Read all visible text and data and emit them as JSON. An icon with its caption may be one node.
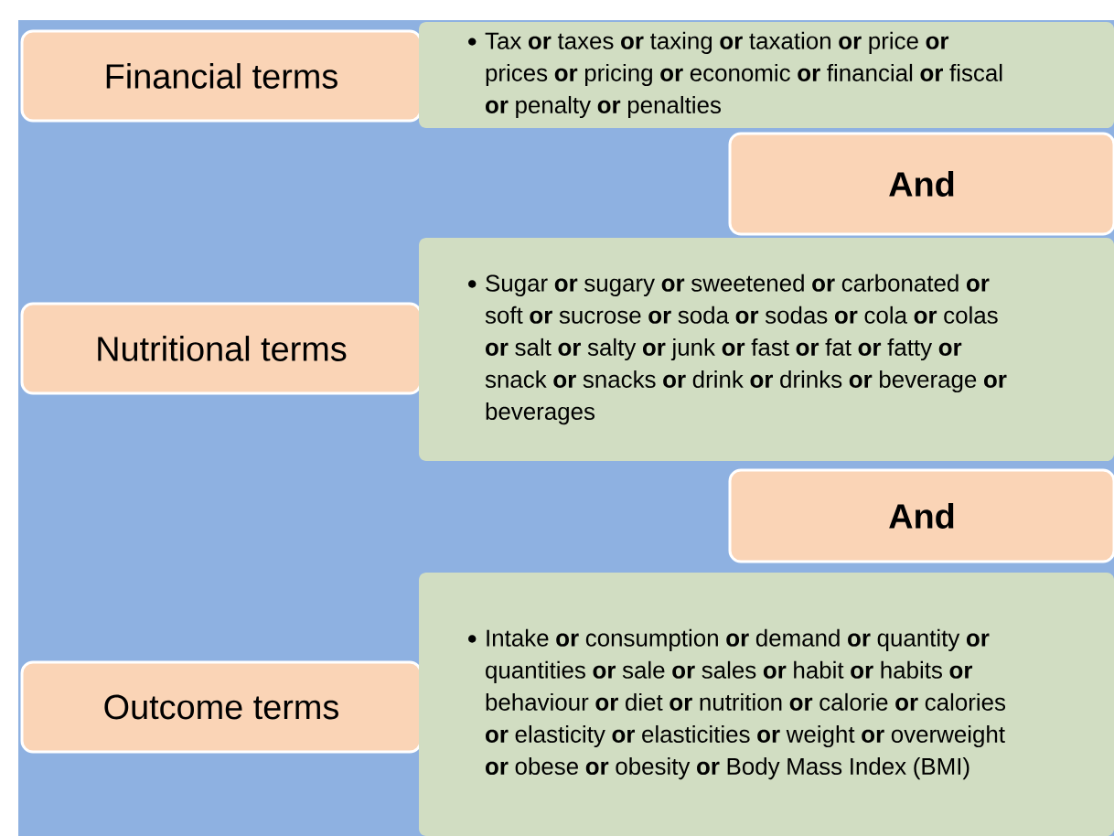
{
  "diagram": {
    "nodes": [
      {
        "text": [
          "Financial terms"
        ]
      },
      {
        "text": [
          "Tax **or** taxes **or** taxing **or** taxation **or** price **or** prices **or** pricing **or** economic **or** financial **or** fiscal **or** penalty **or** penalties"
        ]
      },
      {
        "text": [
          "And"
        ]
      },
      {
        "text": [
          "Nutritional terms"
        ]
      },
      {
        "text": [
          "Sugar **or** sugary **or** sweetened **or** carbonated **or** soft **or** sucrose **or** soda **or** sodas **or** cola **or** colas **or** salt **or** salty **or** junk **or** fast **or** fat **or** fatty **or** snack **or** snacks **or** drink **or** drinks **or** beverage **or** beverages"
        ]
      },
      {
        "text": [
          "And"
        ]
      },
      {
        "text": [
          "Outcome terms"
        ]
      },
      {
        "text": [
          "Intake **or** consumption **or** demand **or** quantity **or** quantities **or** sale **or** sales **or** habit **or** habits **or** behaviour **or** diet **or** nutrition **or** calorie **or** calories **or** elasticity **or** elasticities **or** weight **or** overweight **or** obese **or** obesity **or** Body Mass Index (BMI)"
        ]
      }
    ]
  }
}
